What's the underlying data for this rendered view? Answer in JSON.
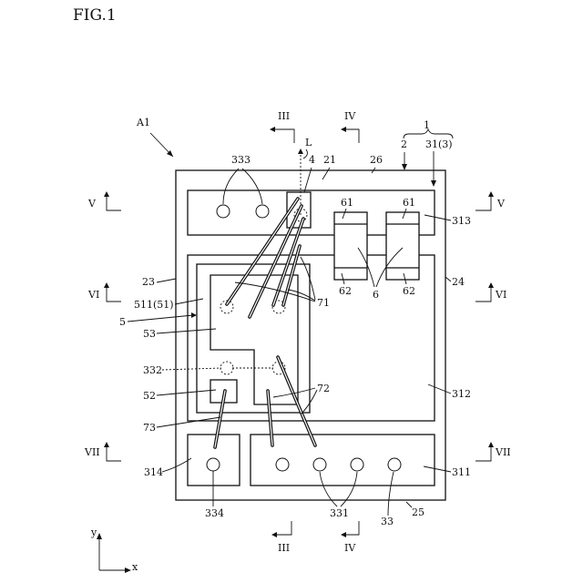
{
  "figure": {
    "title": "FIG.1",
    "assembly_label": "A1",
    "brace_label": "1",
    "brace_sub_left": "2",
    "brace_sub_right": "31(3)",
    "section_labels": {
      "III": "III",
      "IV": "IV",
      "V": "V",
      "VI": "VI",
      "VII": "VII"
    },
    "axis_line_label": "L",
    "refs": {
      "r333": "333",
      "r4": "4",
      "r21": "21",
      "r26": "26",
      "r61a": "61",
      "r61b": "61",
      "r313": "313",
      "r23": "23",
      "r24": "24",
      "r511": "511(51)",
      "r5": "5",
      "r53": "53",
      "r71": "71",
      "r62a": "62",
      "r62b": "62",
      "r6": "6",
      "r332": "332",
      "r72": "72",
      "r312": "312",
      "r52": "52",
      "r73": "73",
      "r314": "314",
      "r311": "311",
      "r334": "334",
      "r331": "331",
      "r33": "33",
      "r25": "25"
    },
    "axes": {
      "y": "y",
      "x": "x"
    }
  }
}
